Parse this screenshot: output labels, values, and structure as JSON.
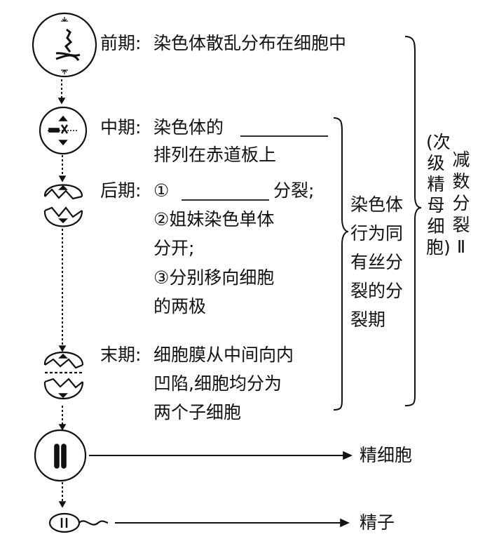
{
  "stages": {
    "prophase": {
      "label": "前期:",
      "desc": "染色体散乱分布在细胞中"
    },
    "metaphase": {
      "label": "中期:",
      "line1": "染色体的",
      "line2": "排列在赤道板上"
    },
    "anaphase": {
      "label": "后期:",
      "item1_prefix": "①",
      "item1_suffix": "分裂;",
      "item2_line1": "②姐妹染色单体",
      "item2_line2": "分开;",
      "item3_line1": "③分别移向细胞",
      "item3_line2": "的两极"
    },
    "telophase": {
      "label": "末期:",
      "line1": "细胞膜从中间向内",
      "line2": "凹陷,细胞均分为",
      "line3": "两个子细胞"
    }
  },
  "bracket_inner": {
    "lines": [
      "染色体",
      "行为同",
      "有丝分",
      "裂的分",
      "裂期"
    ]
  },
  "bracket_outer": {
    "col1": "(次级精母细胞)",
    "col2": "减数分裂Ⅱ"
  },
  "outputs": {
    "spermatid": "精细胞",
    "sperm": "精子"
  }
}
